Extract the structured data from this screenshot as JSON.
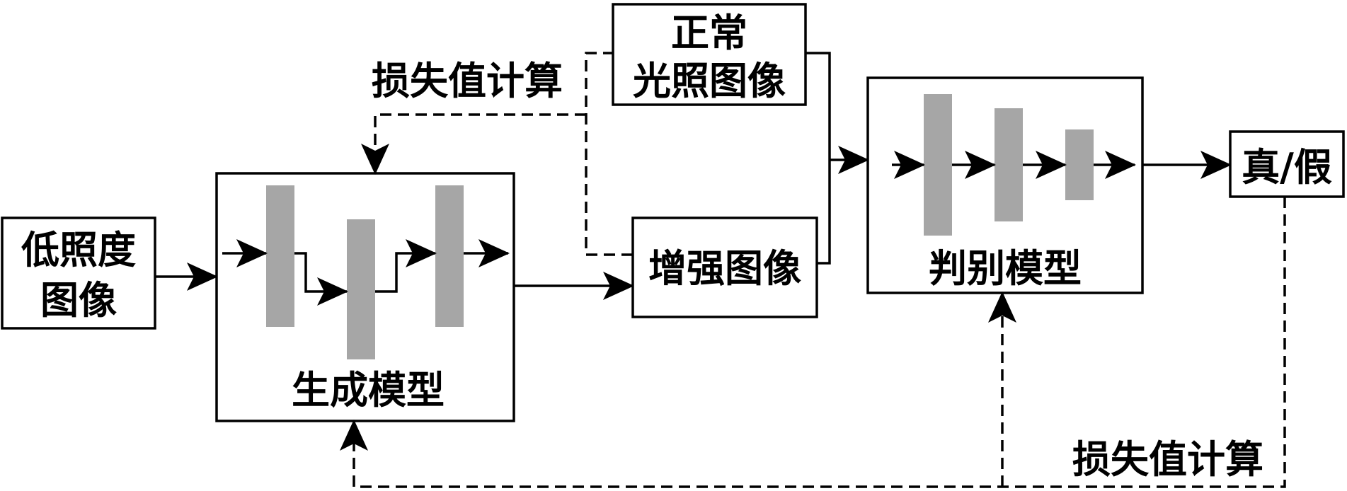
{
  "nodes": {
    "low_light": {
      "line1": "低照度",
      "line2": "图像"
    },
    "generator": {
      "label": "生成模型"
    },
    "normal_light": {
      "line1": "正常",
      "line2": "光照图像"
    },
    "enhanced": {
      "label": "增强图像"
    },
    "discriminator": {
      "label": "判别模型"
    },
    "output": {
      "label": "真/假"
    }
  },
  "loss": {
    "top_label": "损失值计算",
    "bottom_label": "损失值计算"
  },
  "colors": {
    "stroke": "#000000",
    "layer_fill": "#a6a6a6",
    "background": "#ffffff"
  }
}
